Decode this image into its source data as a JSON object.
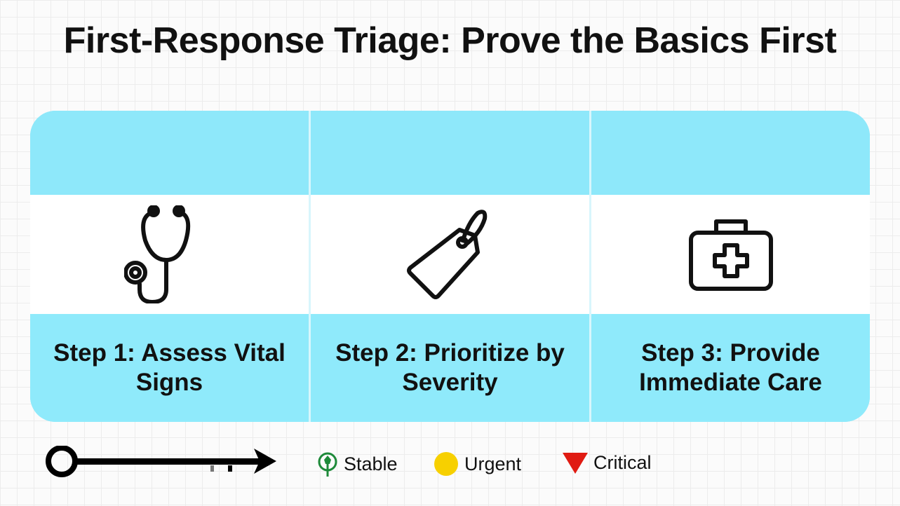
{
  "title": "First-Response Triage: Prove the Basics First",
  "steps": [
    {
      "label": "Step 1: Assess Vital Signs",
      "icon": "stethoscope-icon"
    },
    {
      "label": "Step 2: Prioritize by Severity",
      "icon": "tag-icon"
    },
    {
      "label": "Step 3: Provide Immediate Care",
      "icon": "first-aid-kit-icon"
    }
  ],
  "legend": [
    {
      "label": "Stable",
      "color": "#1e8a3a"
    },
    {
      "label": "Urgent",
      "color": "#f7d000"
    },
    {
      "label": "Critical",
      "color": "#e01b12"
    }
  ]
}
